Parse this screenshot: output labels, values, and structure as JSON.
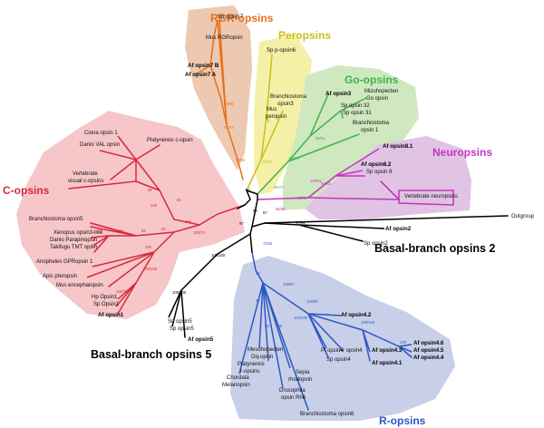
{
  "colors": {
    "rgr": "#e8701a",
    "rgr_area": "#ecc9b0",
    "pero": "#c9bf1a",
    "pero_area": "#f5f0a8",
    "go": "#3cb44a",
    "go_area": "#cfe8c0",
    "neuro": "#c236c2",
    "neuro_area": "#e1c3e4",
    "c": "#d42a3a",
    "c_area": "#f7c6c9",
    "r": "#2c58c4",
    "r_area": "#c8cfe8",
    "basal": "#000000"
  },
  "groups": {
    "rgr": "RGR-opsins",
    "pero": "Peropsins",
    "go": "Go-opsins",
    "neuro": "Neuropsins",
    "c": "C-opsins",
    "r": "R-opsins",
    "basal2": "Basal-branch opsins 2",
    "basal5": "Basal-branch opsins 5"
  },
  "leaves": {
    "sp_opsin7": "Sp opsin 7",
    "mus_rgr": "Mus RGRopsin",
    "af_opsin7b": "Af opsin7 B",
    "af_opsin7a": "Af opsin7 A",
    "sp_popsin6": "Sp p-opsin6",
    "branchio_opsin3_a": "Branchiostoma",
    "branchio_opsin3_b": "opsin3",
    "mus_peropsin_a": "Mus",
    "mus_peropsin_b": "peropsin",
    "af_opsin3": "Af opsin3",
    "mizuhopecten_a": "Mizuhopecten",
    "mizuhopecten_b": "Go opsin",
    "sp_opsin32": "Sp opsin 32",
    "sp_opsin31": "Sp opsin 31",
    "branchio_opsin1_a": "Branchiostoma",
    "branchio_opsin1_b": "opsin 1",
    "af_opsin81": "Af opsin8.1",
    "af_opsin82": "Af opsin8.2",
    "sp_opsin8": "Sp opsin 8",
    "vert_neuropsins": "Vertebrate neuropsins",
    "ciona_opsin1": "Ciona opsin 1",
    "danio_val": "Danio VAL opsin",
    "platynereis_c": "Platynereis  c-opsin",
    "vert_copsins_a": "Vertebrate",
    "vert_copsins_b": "visual c-opsins",
    "branchio_opsin5": "Branchiostoma opsin5",
    "xenopus": "Xenopus opsin3-like",
    "danio_para": "Danio Parapinopsin",
    "takifugu": "Takifugu TMT opsin",
    "anopheles": "Anopheles GPRopsin 1",
    "apis": "Apis pteropsin",
    "mus_encephal": "Mus encephalopsin",
    "hp_opsin1": "Hp Opsin1",
    "sp_opsin1": "Sp Opsin1",
    "af_opsin1": "Af opsin1",
    "outgroup": "Outgroup",
    "af_opsin2": "Af opsin2",
    "sp_opsin2": "Sp opsin2",
    "sd_opsin5": "Sd opsin5",
    "sp_opsin5": "Sp opsin5",
    "af_opsin5": "Af opsin5",
    "af_opsin42": "Af opsin4.2",
    "af_opsin46": "Af opsin4.6",
    "af_opsin45": "Af opsin4.5",
    "af_opsin44": "Af opsin4.4",
    "af_opsin43": "Af opsin4.3",
    "af_opsin41": "Af opsin4.1",
    "pl_opsin4": "Pl opsin4",
    "ar_opsin4": "Ar opsin4",
    "sp_opsin4": "Sp opsin4",
    "mesohopecten_a": "Mesohopecten",
    "mesohopecten_b": "Gq-opsin",
    "platy_r_a": "Platynereis",
    "platy_r_b": "r-opsins",
    "chordata_a": "Chordata",
    "chordata_b": "Melanopsin",
    "sepia_a": "Sepia",
    "sepia_b": "rhodopsin",
    "droso_a": "Drosophila",
    "droso_b": "opsin Rh6",
    "branchio_opsin6": "Branchiostoma opsin6"
  },
  "support": {
    "rgr1": "99/98",
    "rgr2": "93/73",
    "rgr3": "98/92",
    "pero1": "80/43",
    "go1": "100/77",
    "go2": "99/94",
    "go3": "96/77",
    "neuro1": "100/91",
    "neuro2": "99/63",
    "neuro3": "95/48",
    "neuro4": "96/59",
    "c1": "99",
    "c2": "100",
    "c3": "81",
    "c4": "100",
    "c5": "64",
    "c6": "69",
    "c7": "68",
    "c8": "100",
    "c9": "100",
    "c10": "100/72",
    "c11": "100/100",
    "c12": "100/71",
    "c13": "100",
    "root1": "93",
    "root2": "57",
    "root3": "97",
    "root4": "93",
    "basal2": "97/94",
    "basal5a": "100/100",
    "basal5b": "100/100",
    "r1": "72/42",
    "r2": "100/97",
    "r3": "100/90",
    "r4": "100/100",
    "r5": "100/100",
    "r6": "52",
    "r7": "92",
    "r8": "68",
    "r9": "100",
    "r10": "100"
  }
}
